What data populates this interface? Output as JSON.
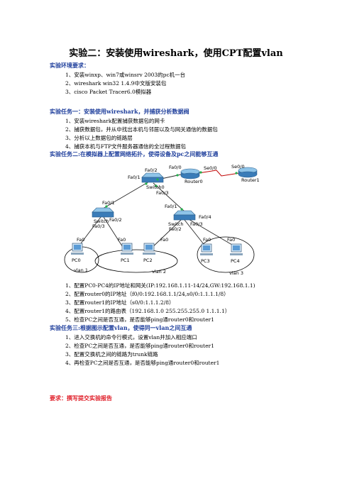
{
  "title": "实验二：安装使用wireshark，使用CPT配置vlan",
  "env": {
    "heading": "实验环境要求：",
    "items": [
      "1、安装winxp、win7或winsrv 2003的pc机一台",
      "2、wireshark win32 1.4.9中文版安装包",
      "3、cisco Packet Tracer6.0模拟器"
    ]
  },
  "task1": {
    "heading": "实验任务一：安装使用wireshark，并捕获分析数据阀",
    "items": [
      "1、安装wireshark配置捕获数据包的网卡",
      "2、捕获数据包，并从中找出本机与邻居以及与网关通信的数据包",
      "3、分析以上数据包的链路层",
      "4、捕获本机与FTP文件服务器通信的全过程数据包"
    ]
  },
  "task2": {
    "heading": "实验任务二:在模拟器上配置网络拓扑，使得设备及pc之间能够互通",
    "items": [
      "1、配置PC0-PC4的IP地址和网关(IP:192.168.1.11-14/24,GW:192.168.1.1)",
      "2、配置router0的IP地址（f0/0:192.168.1.1/24,s0/0:1.1.1.1/8）",
      "3、配置router1的IP地址（s0/0:1.1.1.2/8）",
      "4、配置router1的路由表（192.168.1.0    255.255.255.0      1.1.1.1）",
      "5、检查PC之间是否互通，是否能够ping通router0和router1"
    ]
  },
  "task3": {
    "heading": "实验任务三:根据图示配置vlan，使得同一vlan之间互通",
    "items": [
      "1、进入交换机的命令行模式，设置vlan并加入相应端口",
      "2、检查PC之间是否互通，是否能够ping通router0和router1",
      "3、配置交换机之间的链路为trunk链路",
      "4、再检查PC之间是否互通，是否能够ping通router0和router1"
    ]
  },
  "footer": "要求：撰写提交实验报告",
  "diagram": {
    "devices": {
      "switch0": "Switch0",
      "switch_left": "Switch",
      "switch_right": "Switch",
      "router0": "Router0",
      "router1": "Router1",
      "pc0": "PC0",
      "pc1": "PC1",
      "pc2": "PC2",
      "pc3": "PC3",
      "pc4": "PC4"
    },
    "ports": {
      "s0_fa02": "Fa0/2",
      "s0_fa03": "Fa0/3",
      "s0_fa01": "Fa0/1",
      "s0_fa00": "Fa0/0",
      "r0_s00": "Se0/0",
      "r1_s00": "Se0/0",
      "sl_fa01": "Fa0/1",
      "sl_fa02": "Fa0/2",
      "sl_fa03": "Fa0/3",
      "sr_fa01": "Fa0/1",
      "sr_fa04": "Fa0/4",
      "sr_fa02": "Fa0/2",
      "sr_fa03": "Fa0/3",
      "pc0_fa0": "Fa0",
      "pc1_fa0": "Fa0",
      "pc2_fa0": "Fa0",
      "pc3_fa0": "Fa0",
      "pc4_fa0": "Fa0"
    },
    "vlans": {
      "vlan1": "vlan 1",
      "vlan2": "vlan 2",
      "vlan3": "vlan 3"
    },
    "colors": {
      "link": "#2a2a2a",
      "serial": "#c00000",
      "port_dot": "#22b14c"
    }
  }
}
